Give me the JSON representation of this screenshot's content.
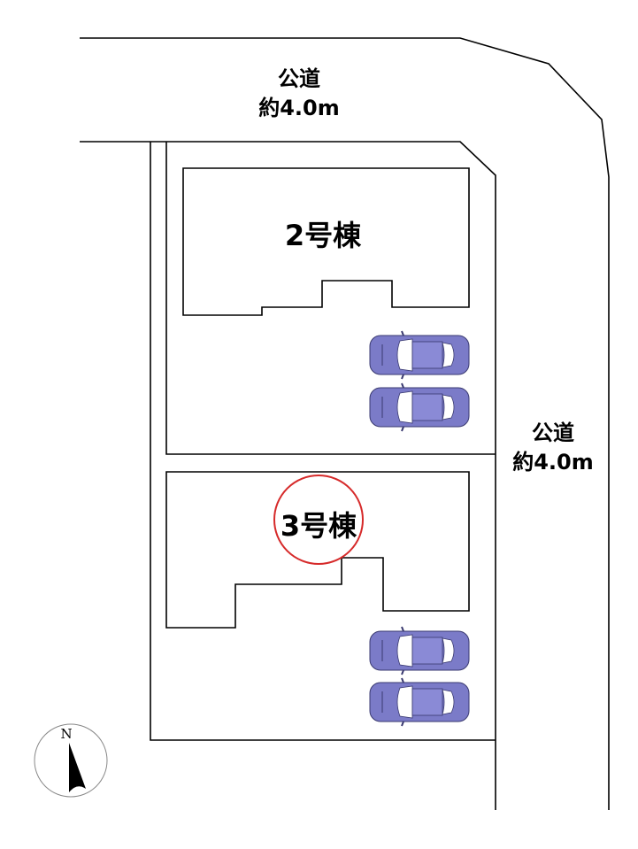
{
  "roads": [
    {
      "name": "公道",
      "width": "約4.0m"
    },
    {
      "name": "公道",
      "width": "約4.0m"
    }
  ],
  "buildings": [
    {
      "label": "2号棟"
    },
    {
      "label": "3号棟",
      "highlighted": true
    }
  ],
  "compass": {
    "label": "N"
  },
  "colors": {
    "car": "#7b7bc8",
    "highlight": "#d62a2a"
  }
}
